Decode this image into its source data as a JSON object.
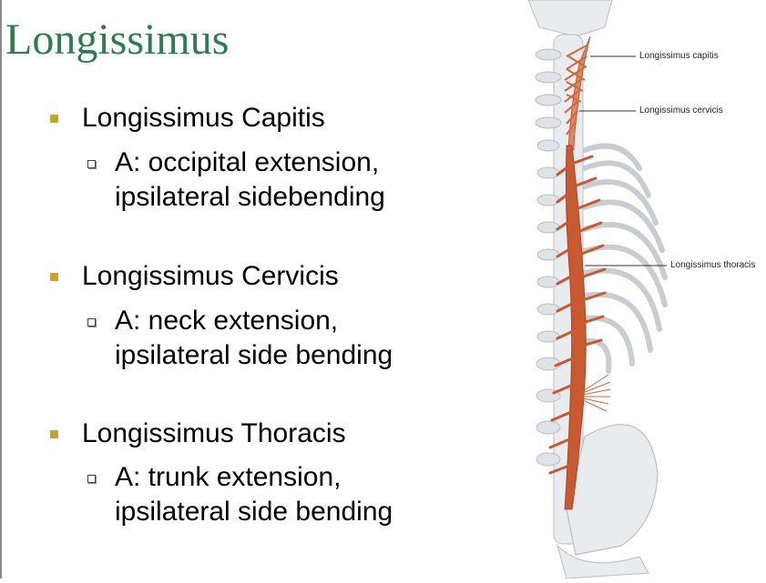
{
  "title": "Longissimus",
  "items": [
    {
      "heading": "Longissimus Capitis",
      "action": "A: occipital extension, ipsilateral sidebending"
    },
    {
      "heading": "Longissimus Cervicis",
      "action": "A: neck extension, ipsilateral side bending"
    },
    {
      "heading": "Longissimus Thoracis",
      "action": "A: trunk extension, ipsilateral side bending"
    }
  ],
  "figure": {
    "labels": [
      "Longissimus capitis",
      "Longissimus cervicis",
      "Longissimus thoracis"
    ],
    "colors": {
      "muscle": "#c9592f",
      "muscle_light": "#e08a5c",
      "bone": "#e9ecef",
      "bone_edge": "#b9bec4",
      "line": "#333333"
    }
  },
  "colors": {
    "title": "#2e7d52",
    "bullet": "#c9a227",
    "text": "#000000"
  }
}
